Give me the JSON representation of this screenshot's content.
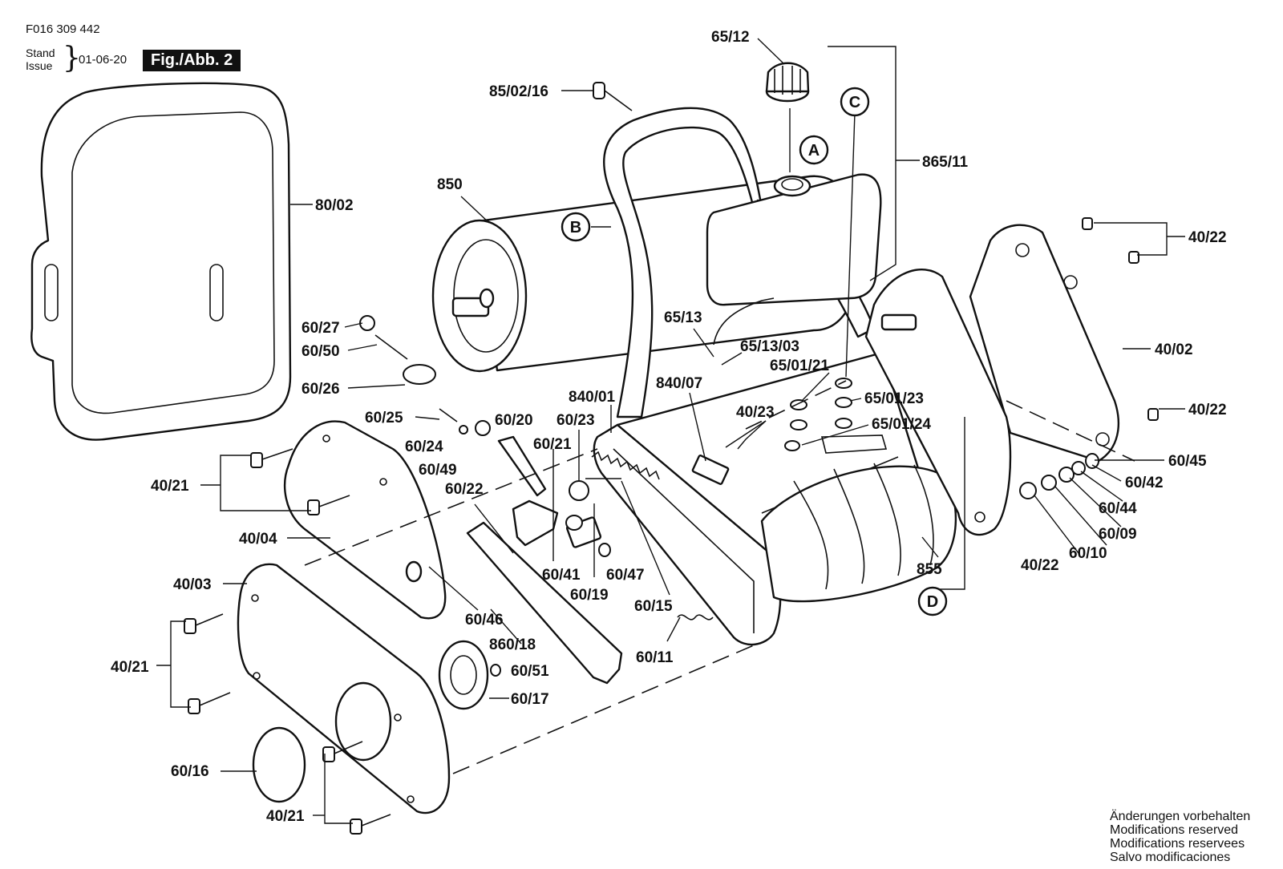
{
  "header": {
    "doc_number": "F016 309 442",
    "stand_label": "Stand",
    "issue_label": "Issue",
    "date": "01-06-20",
    "figure_label": "Fig./Abb. 2"
  },
  "footer_notes": [
    "Änderungen vorbehalten",
    "Modifications reserved",
    "Modifications reservees",
    "Salvo modificaciones"
  ],
  "callouts": [
    "A",
    "B",
    "C",
    "D"
  ],
  "part_labels": [
    "65/12",
    "85/02/16",
    "865/11",
    "850",
    "80/02",
    "40/22",
    "65/13",
    "65/13/03",
    "65/01/21",
    "65/01/23",
    "65/01/24",
    "40/02",
    "40/22",
    "840/07",
    "840/01",
    "40/23",
    "60/27",
    "60/50",
    "60/26",
    "60/25",
    "60/24",
    "60/49",
    "60/20",
    "60/23",
    "60/21",
    "60/22",
    "40/21",
    "40/04",
    "40/03",
    "60/46",
    "60/41",
    "60/47",
    "60/19",
    "60/15",
    "860/18",
    "60/51",
    "60/17",
    "60/11",
    "40/21",
    "60/16",
    "40/21",
    "855",
    "40/22",
    "60/10",
    "60/09",
    "60/44",
    "60/42",
    "60/45"
  ]
}
